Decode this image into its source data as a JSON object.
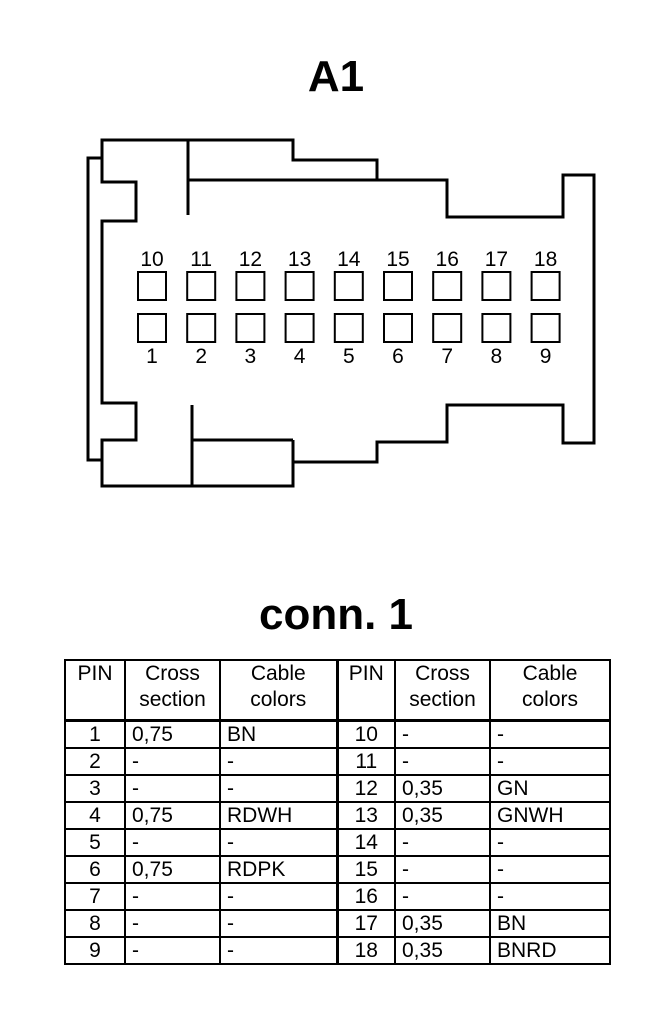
{
  "connector": {
    "title": "A1",
    "top_row_pins": [
      "10",
      "11",
      "12",
      "13",
      "14",
      "15",
      "16",
      "17",
      "18"
    ],
    "bottom_row_pins": [
      "1",
      "2",
      "3",
      "4",
      "5",
      "6",
      "7",
      "8",
      "9"
    ]
  },
  "table": {
    "title": "conn. 1",
    "headers": {
      "pin": "PIN",
      "cross_section_1": "Cross",
      "cross_section_2": "section",
      "cable_colors_1": "Cable",
      "cable_colors_2": "colors"
    },
    "rows": [
      {
        "pin_a": "1",
        "cross_a": "0,75",
        "color_a": "BN",
        "pin_b": "10",
        "cross_b": "-",
        "color_b": "-"
      },
      {
        "pin_a": "2",
        "cross_a": "-",
        "color_a": "-",
        "pin_b": "11",
        "cross_b": "-",
        "color_b": "-"
      },
      {
        "pin_a": "3",
        "cross_a": "-",
        "color_a": "-",
        "pin_b": "12",
        "cross_b": "0,35",
        "color_b": "GN"
      },
      {
        "pin_a": "4",
        "cross_a": "0,75",
        "color_a": "RDWH",
        "pin_b": "13",
        "cross_b": "0,35",
        "color_b": "GNWH"
      },
      {
        "pin_a": "5",
        "cross_a": "-",
        "color_a": "-",
        "pin_b": "14",
        "cross_b": "-",
        "color_b": "-"
      },
      {
        "pin_a": "6",
        "cross_a": "0,75",
        "color_a": "RDPK",
        "pin_b": "15",
        "cross_b": "-",
        "color_b": "-"
      },
      {
        "pin_a": "7",
        "cross_a": "-",
        "color_a": "-",
        "pin_b": "16",
        "cross_b": "-",
        "color_b": "-"
      },
      {
        "pin_a": "8",
        "cross_a": "-",
        "color_a": "-",
        "pin_b": "17",
        "cross_b": "0,35",
        "color_b": "BN"
      },
      {
        "pin_a": "9",
        "cross_a": "-",
        "color_a": "-",
        "pin_b": "18",
        "cross_b": "0,35",
        "color_b": "BNRD"
      }
    ]
  }
}
